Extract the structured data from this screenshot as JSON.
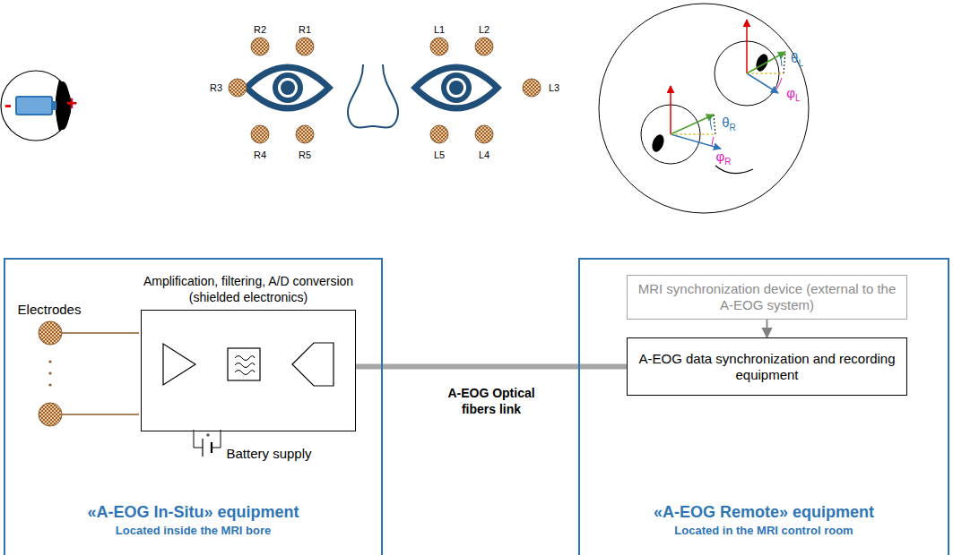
{
  "diagram": {
    "nodes": [
      {
        "text": [
          "«A-EOG In-Situ» equipment",
          "Located inside the MRI bore"
        ]
      },
      {
        "text": [
          "Amplification, filtering, A/D conversion (shielded electronics)"
        ],
        "in": 0
      },
      {
        "text": [
          "«A-EOG Remote» equipment",
          "Located in the MRI control room"
        ]
      },
      {
        "text": [
          "MRI synchronization device (external to the A-EOG system)"
        ],
        "in": 2
      },
      {
        "text": [
          "A-EOG data synchronization and recording equipment"
        ],
        "in": 2
      }
    ],
    "edges": [
      {
        "from": 3,
        "to": 4,
        "arrow": "to"
      },
      {
        "from": 1,
        "to": 4,
        "arrow": "none",
        "label": "A-EOG Optical fibers link"
      }
    ],
    "labels": [
      "-",
      "+",
      "R2",
      "R1",
      "L1",
      "L2",
      "R3",
      "L3",
      "R4",
      "R5",
      "L5",
      "L4",
      "θL",
      "φL",
      "θR",
      "φR",
      "Electrodes",
      "Battery supply"
    ]
  }
}
